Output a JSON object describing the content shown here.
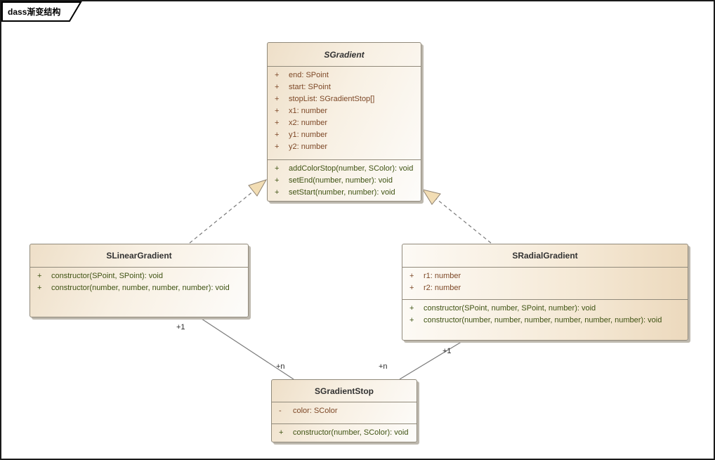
{
  "frame": {
    "tab_label": "dass渐变结构"
  },
  "classes": {
    "sgradient": {
      "name": "SGradient",
      "attributes": [
        {
          "vis": "+",
          "text": "end: SPoint"
        },
        {
          "vis": "+",
          "text": "start: SPoint"
        },
        {
          "vis": "+",
          "text": "stopList: SGradientStop[]"
        },
        {
          "vis": "+",
          "text": "x1: number"
        },
        {
          "vis": "+",
          "text": "x2: number"
        },
        {
          "vis": "+",
          "text": "y1: number"
        },
        {
          "vis": "+",
          "text": "y2: number"
        }
      ],
      "methods": [
        {
          "vis": "+",
          "text": "addColorStop(number, SColor): void"
        },
        {
          "vis": "+",
          "text": "setEnd(number, number): void"
        },
        {
          "vis": "+",
          "text": "setStart(number, number): void"
        }
      ]
    },
    "slineargradient": {
      "name": "SLinearGradient",
      "methods": [
        {
          "vis": "+",
          "text": "constructor(SPoint, SPoint): void"
        },
        {
          "vis": "+",
          "text": "constructor(number, number, number, number): void"
        }
      ]
    },
    "sradialgradient": {
      "name": "SRadialGradient",
      "attributes": [
        {
          "vis": "+",
          "text": "r1: number"
        },
        {
          "vis": "+",
          "text": "r2: number"
        }
      ],
      "methods": [
        {
          "vis": "+",
          "text": "constructor(SPoint, number, SPoint, number): void"
        },
        {
          "vis": "+",
          "text": "constructor(number, number, number, number, number, number): void"
        }
      ]
    },
    "sgradientstop": {
      "name": "SGradientStop",
      "attributes": [
        {
          "vis": "-",
          "text": "color: SColor"
        }
      ],
      "methods": [
        {
          "vis": "+",
          "text": "constructor(number, SColor): void"
        }
      ]
    }
  },
  "relations": {
    "linear_to_stop": {
      "source_mult": "+1",
      "target_mult": "+n"
    },
    "radial_to_stop": {
      "source_mult": "+1",
      "target_mult": "+n"
    }
  },
  "colors": {
    "box_fill_dark": "#eedfc8",
    "box_fill_light": "#fdfcfa",
    "box_border": "#918a7b",
    "attribute_text": "#7d4827",
    "method_text": "#3e5212",
    "title_text": "#323232",
    "connector_line": "#7a7a7a",
    "arrowhead_fill": "#f2ddb4",
    "frame_border": "#1a1a1a"
  }
}
